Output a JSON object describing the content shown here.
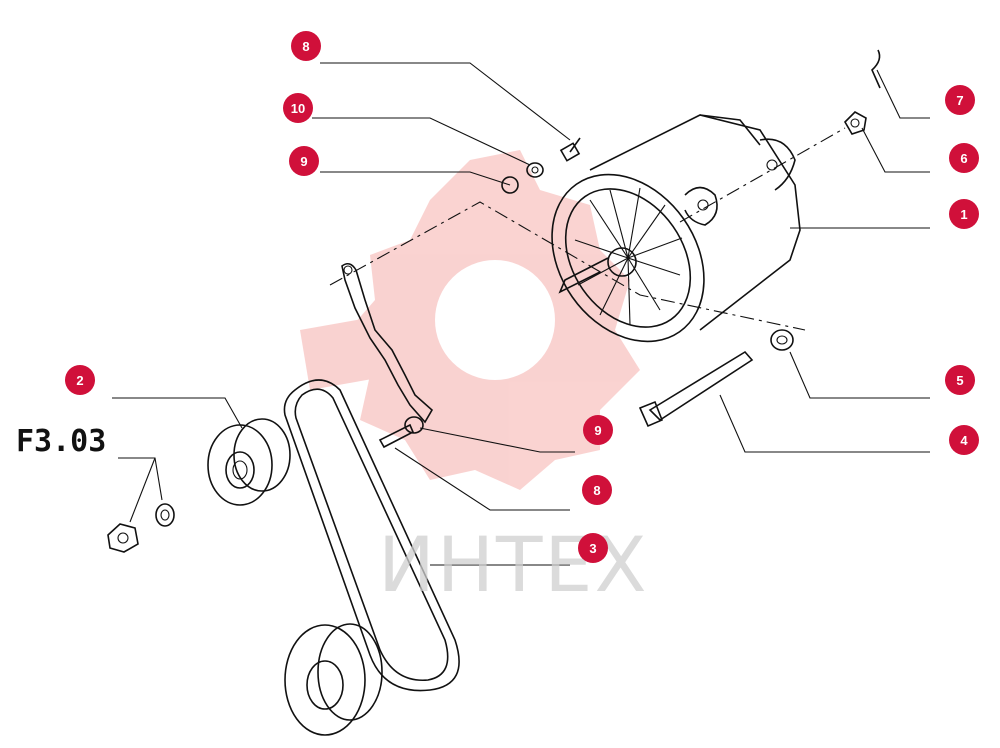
{
  "figure": {
    "label": "F3.03"
  },
  "watermark": {
    "text": "ИНТЕХ",
    "logo": "gear-wrench-logo",
    "color": "#e8352f"
  },
  "accent_color": "#d0103a",
  "callouts": [
    {
      "id": "callout-8-top",
      "label": "8"
    },
    {
      "id": "callout-10",
      "label": "10"
    },
    {
      "id": "callout-9-top",
      "label": "9"
    },
    {
      "id": "callout-7",
      "label": "7"
    },
    {
      "id": "callout-6",
      "label": "6"
    },
    {
      "id": "callout-1",
      "label": "1"
    },
    {
      "id": "callout-5",
      "label": "5"
    },
    {
      "id": "callout-4",
      "label": "4"
    },
    {
      "id": "callout-9-mid",
      "label": "9"
    },
    {
      "id": "callout-8-mid",
      "label": "8"
    },
    {
      "id": "callout-3",
      "label": "3"
    },
    {
      "id": "callout-2",
      "label": "2"
    }
  ]
}
